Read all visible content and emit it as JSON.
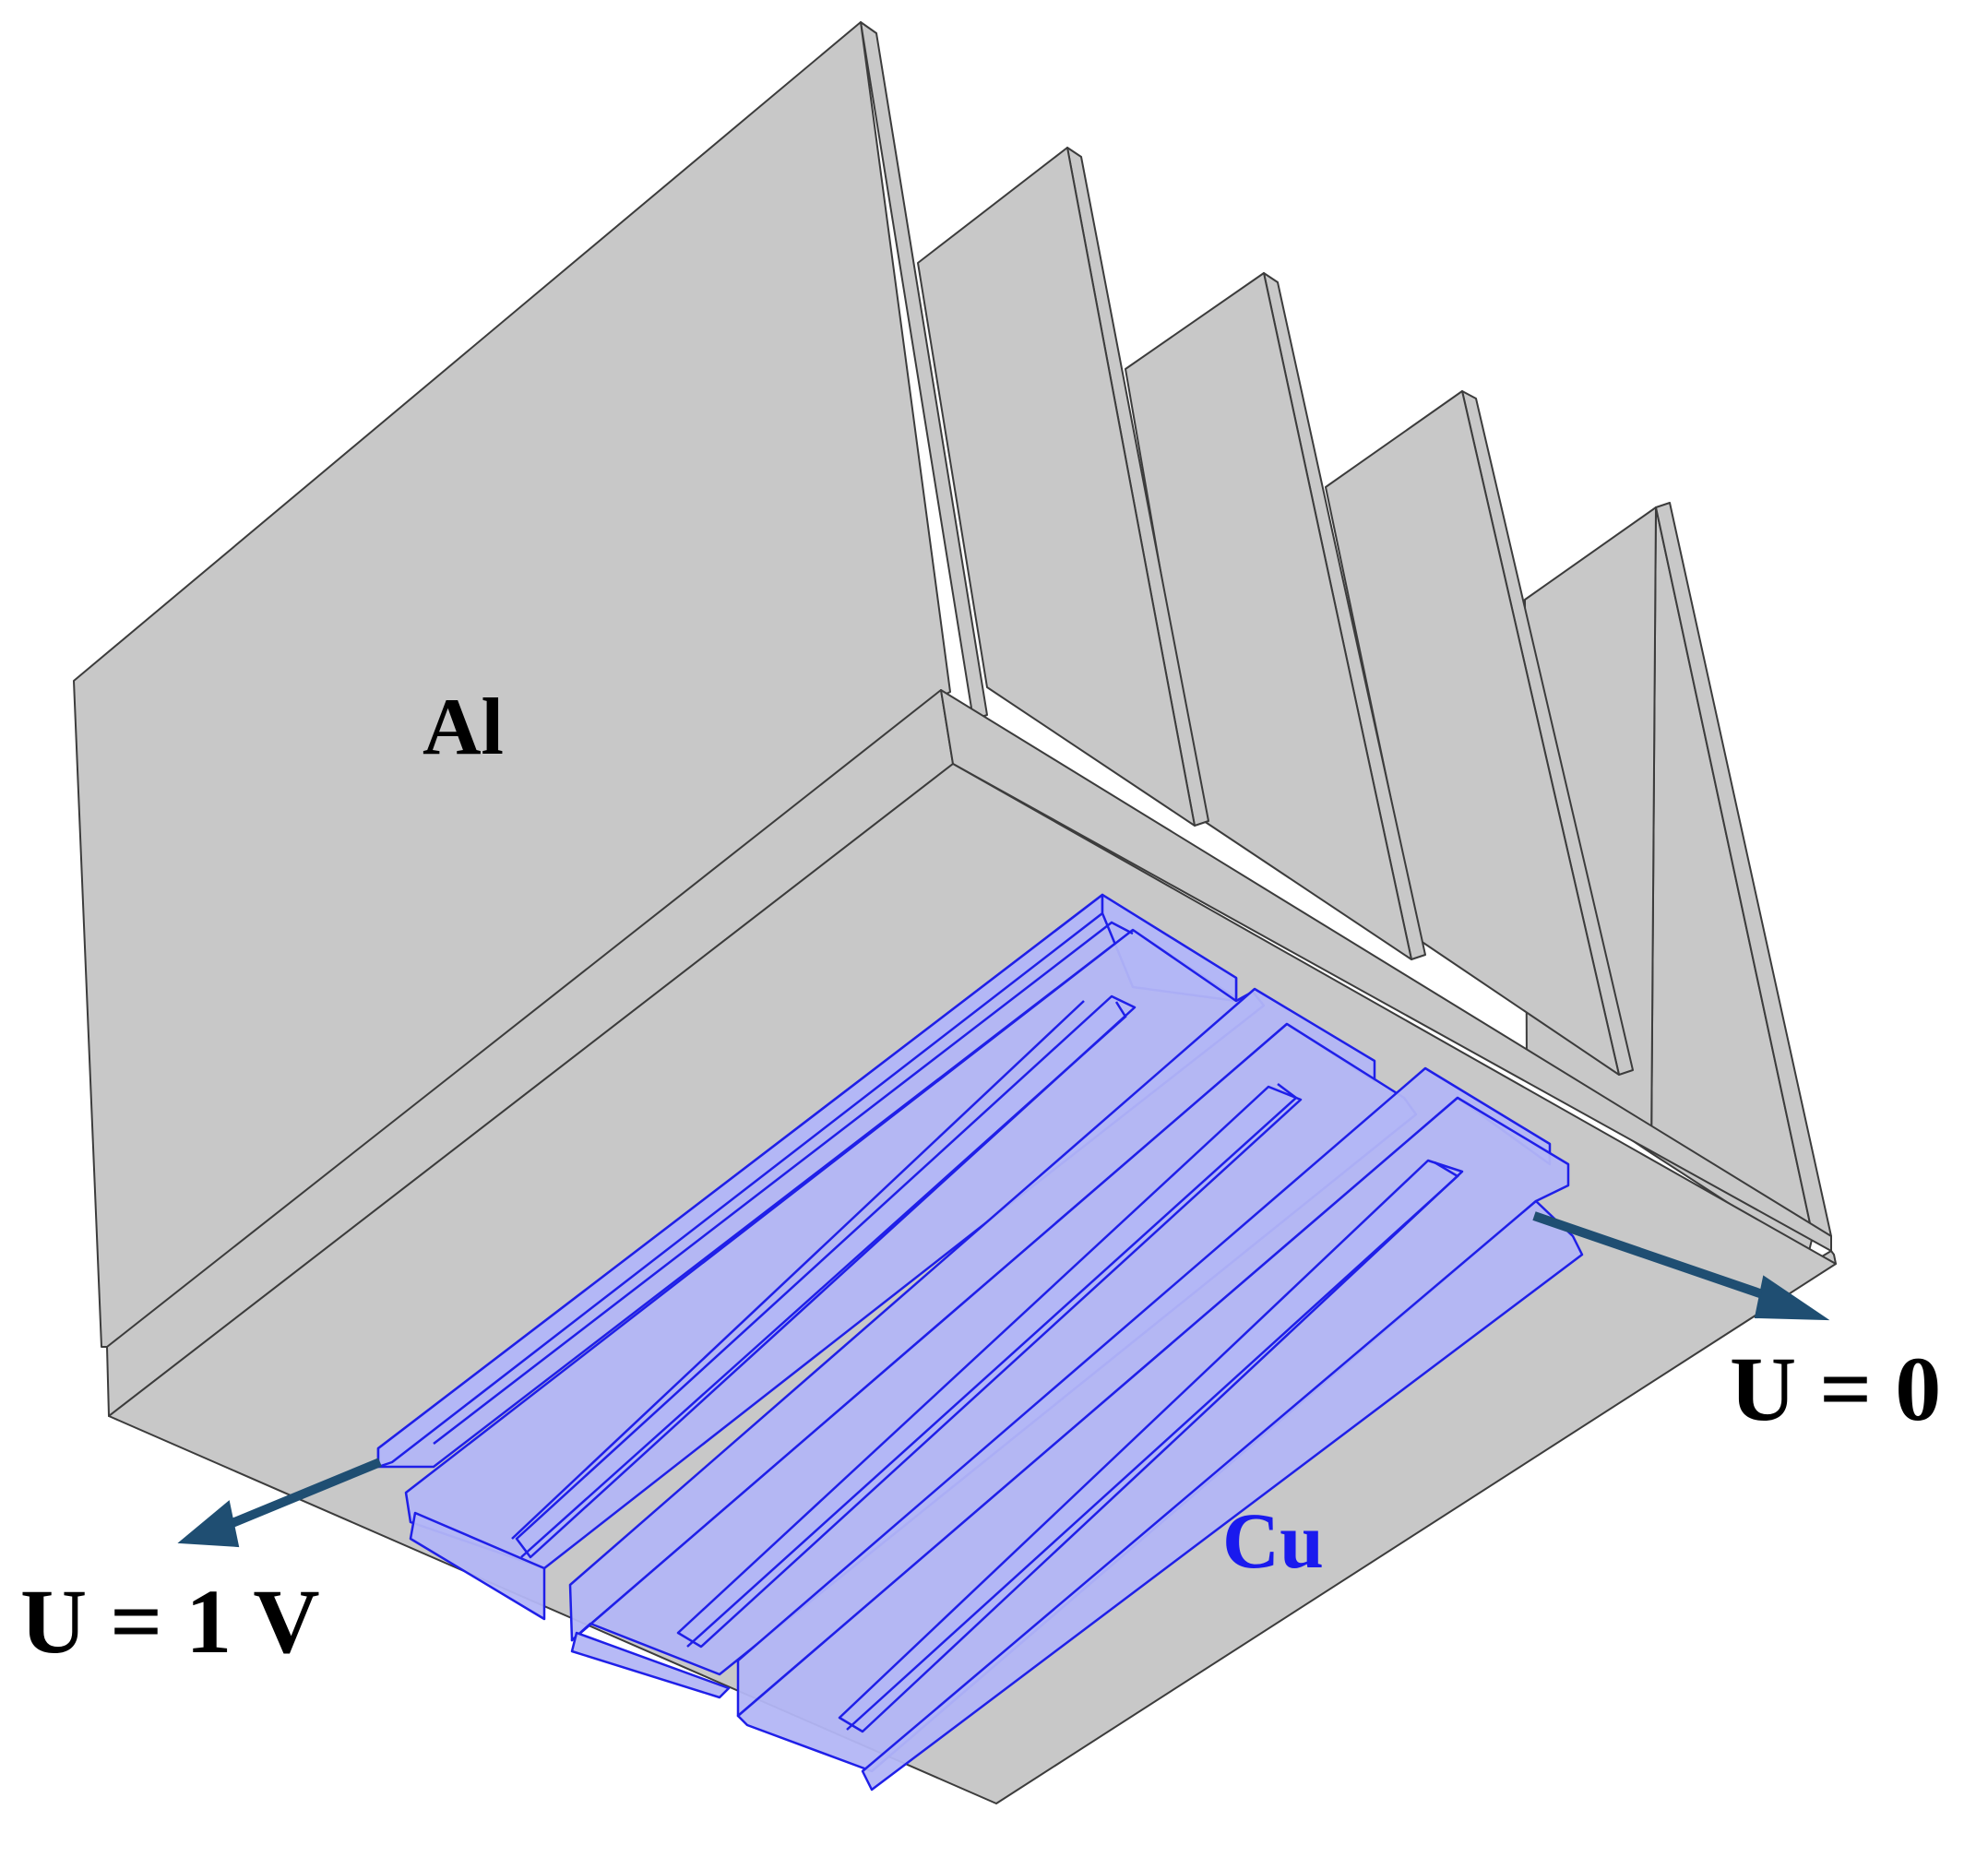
{
  "labels": {
    "heatsink_material": "Al",
    "conductor_material": "Cu",
    "ground_potential": "U = 0",
    "applied_potential": "U = 1 V"
  },
  "colors": {
    "aluminum_face": "#c8c8c8",
    "edge_line": "#3c3c3c",
    "copper_fill": "#b3b6f5",
    "copper_edge": "#1f1fe8",
    "copper_label": "#1a1aee",
    "arrow": "#1f4e72"
  }
}
